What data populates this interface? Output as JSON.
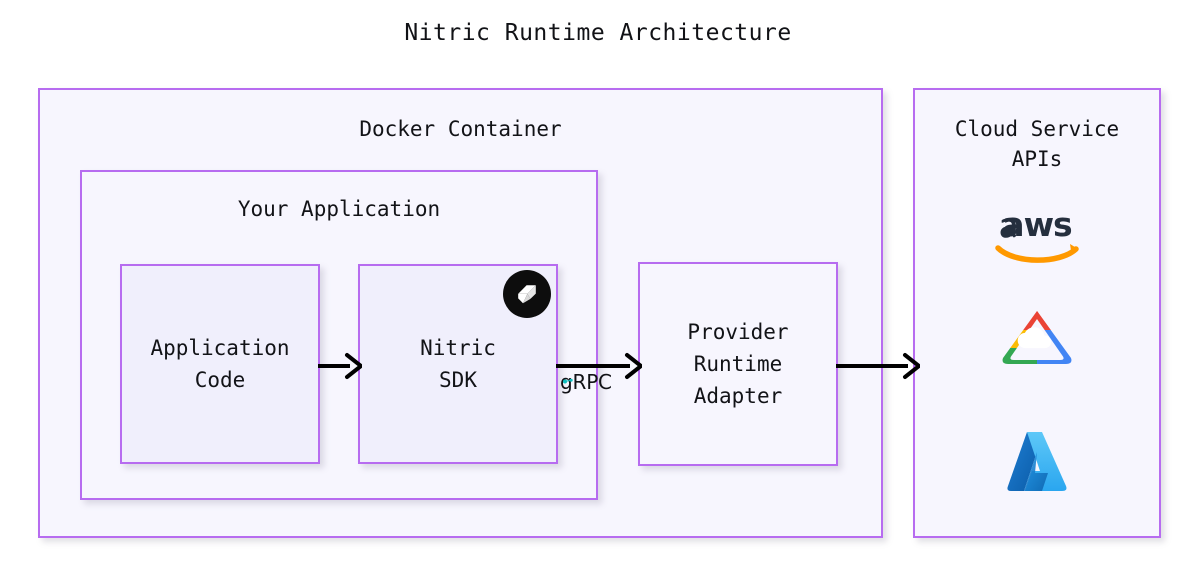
{
  "title": "Nitric Runtime Architecture",
  "containers": {
    "docker": {
      "label": "Docker Container"
    },
    "cloud": {
      "label": "Cloud Service\nAPIs"
    },
    "your_application": {
      "label": "Your Application"
    }
  },
  "nodes": {
    "application_code": {
      "label": "Application\nCode"
    },
    "nitric_sdk": {
      "label": "Nitric\nSDK",
      "badge": "nitric-logo-icon"
    },
    "provider_adapter": {
      "label": "Provider\nRuntime\nAdapter"
    }
  },
  "edges": {
    "code_to_sdk": {
      "label": ""
    },
    "sdk_to_provider": {
      "label": "gRPC"
    },
    "provider_to_cloud": {
      "label": ""
    }
  },
  "cloud_providers": [
    {
      "name": "aws",
      "icon": "aws-logo-icon",
      "wordmark": "aws"
    },
    {
      "name": "google-cloud",
      "icon": "google-cloud-logo-icon",
      "wordmark": ""
    },
    {
      "name": "azure",
      "icon": "azure-logo-icon",
      "wordmark": ""
    }
  ],
  "colors": {
    "border_purple": "#b76cf0",
    "panel_fill": "#f7f6fe",
    "inner_fill": "#f0effc",
    "text": "#121317",
    "arrow": "#000000",
    "grpc_marker": "#0fbfbf",
    "aws_text": "#252f3e",
    "aws_swoosh": "#ff9900",
    "gcp_red": "#ea4335",
    "gcp_blue": "#4285f4",
    "gcp_yellow": "#fbbc05",
    "gcp_green": "#34a853",
    "azure_dark": "#0f6cbd",
    "azure_light": "#50c2f7"
  }
}
